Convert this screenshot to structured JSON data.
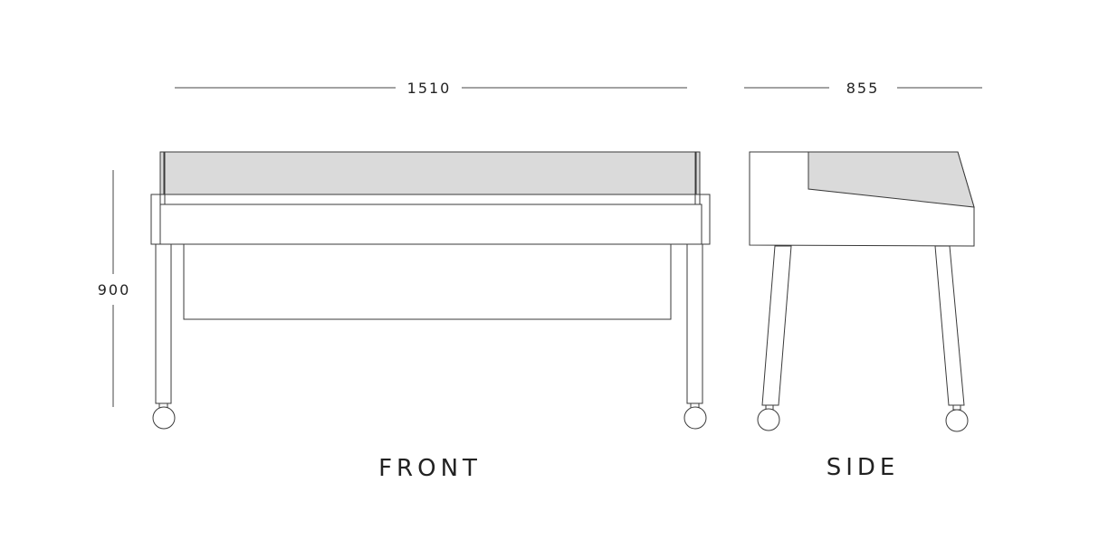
{
  "dimensions": {
    "width": "1510",
    "depth": "855",
    "height": "900"
  },
  "views": {
    "front": "FRONT",
    "side": "SIDE"
  },
  "colors": {
    "panel_fill": "#dadada",
    "line": "#3a3a3a"
  }
}
